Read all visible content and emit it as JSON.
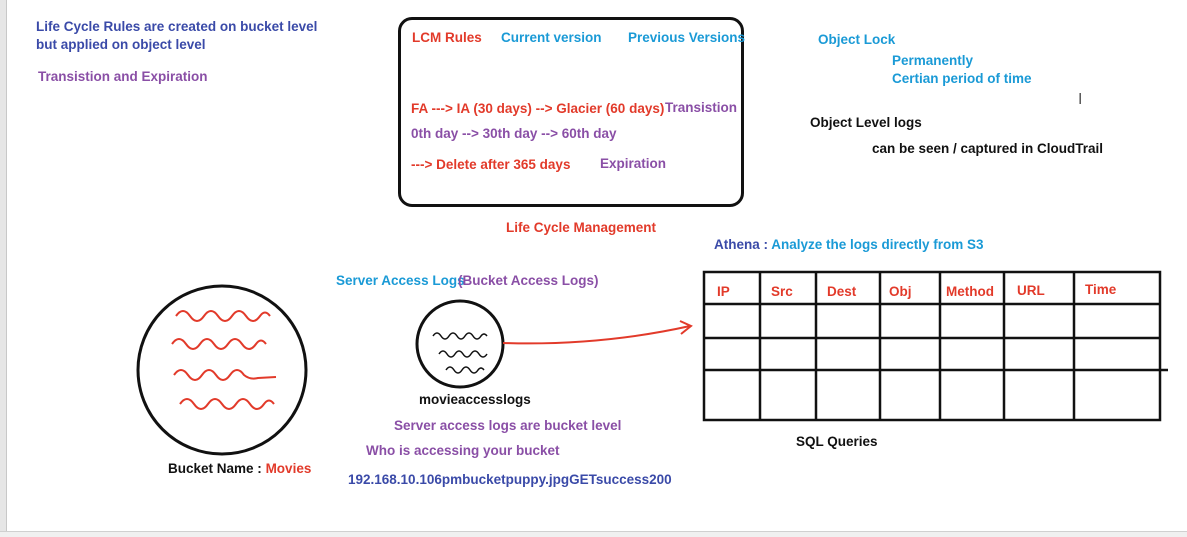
{
  "top_left": {
    "line1": "Life Cycle Rules are created on bucket level",
    "line2": "but applied on object level",
    "transistion_expiration": "Transistion and Expiration"
  },
  "lcm_box": {
    "header_rules": "LCM Rules",
    "header_current": "Current version",
    "header_previous": "Previous Versions",
    "flow": "FA ---> IA (30 days) --> Glacier (60 days)",
    "flow_label": "Transistion",
    "days": "0th day --> 30th day --> 60th day",
    "delete": "---> Delete after 365 days",
    "delete_label": "Expiration",
    "caption": "Life Cycle Management"
  },
  "object_lock": {
    "title": "Object Lock",
    "opt1": "Permanently",
    "opt2": "Certian period of time"
  },
  "object_logs": {
    "title": "Object Level logs",
    "desc": "can be seen / captured in CloudTrail"
  },
  "athena": {
    "prefix": "Athena :",
    "text": "Analyze the logs directly from S3"
  },
  "server_logs": {
    "title": "Server Access Logs",
    "subtitle": "(Bucket Access Logs)",
    "bucket_name": "movieaccesslogs",
    "note1": "Server access logs are bucket level",
    "note2": "Who is accessing your bucket",
    "sample_entry": "192.168.10.106pmbucketpuppy.jpgGETsuccess200"
  },
  "bucket": {
    "label": "Bucket Name :",
    "name": "Movies"
  },
  "log_table": {
    "columns": [
      "IP",
      "Src",
      "Dest",
      "Obj",
      "Method",
      "URL",
      "Time"
    ],
    "caption": "SQL Queries"
  },
  "colors": {
    "navy": "#3a4aa8",
    "purple": "#8a4fa6",
    "red": "#e23a2a",
    "blue": "#1a9ad6",
    "ink": "#111111"
  }
}
